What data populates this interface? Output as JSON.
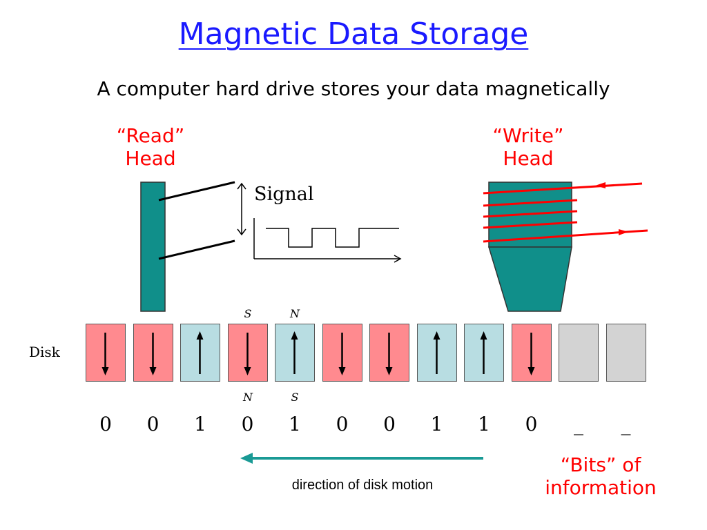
{
  "title": "Magnetic Data Storage",
  "subtitle": "A computer hard drive stores your data magnetically",
  "read_head": {
    "line1": "“Read”",
    "line2": "Head"
  },
  "write_head": {
    "line1": "“Write”",
    "line2": "Head"
  },
  "signal_label": "Signal",
  "disk_label": "Disk",
  "poles": {
    "top_a": "S",
    "top_b": "N",
    "bottom_a": "N",
    "bottom_b": "S"
  },
  "cells": [
    {
      "state": "down",
      "bit": "0"
    },
    {
      "state": "down",
      "bit": "0"
    },
    {
      "state": "up",
      "bit": "1"
    },
    {
      "state": "down",
      "bit": "0"
    },
    {
      "state": "up",
      "bit": "1"
    },
    {
      "state": "down",
      "bit": "0"
    },
    {
      "state": "down",
      "bit": "0"
    },
    {
      "state": "up",
      "bit": "1"
    },
    {
      "state": "up",
      "bit": "1"
    },
    {
      "state": "down",
      "bit": "0"
    },
    {
      "state": "empty",
      "bit": "_"
    },
    {
      "state": "empty",
      "bit": "_"
    }
  ],
  "direction_label": "direction of disk motion",
  "bits_label": {
    "line1": "“Bits” of",
    "line2": "information"
  },
  "colors": {
    "title": "#1a1aff",
    "label_red": "#ff0000",
    "head_teal": "#108f8a",
    "cell_down": "#ff8a8f",
    "cell_up": "#b8dde2",
    "cell_empty": "#d3d3d3",
    "arrow_teal": "#1a9a95"
  }
}
